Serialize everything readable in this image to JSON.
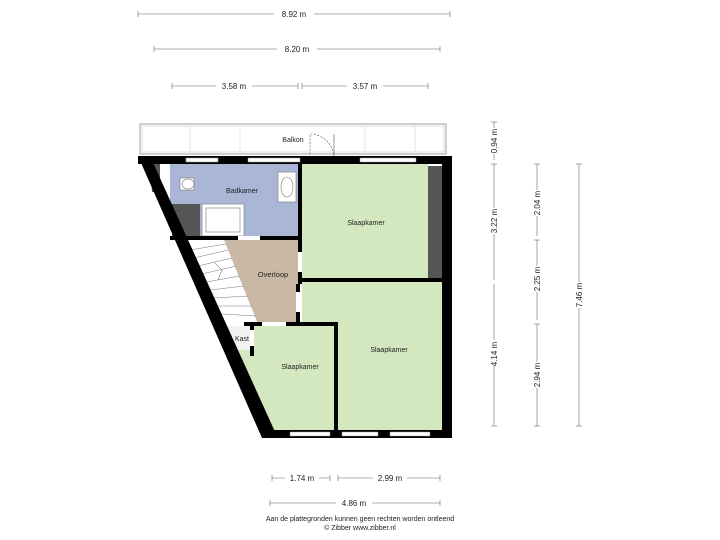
{
  "dimensions": {
    "total_width": "8.92 m",
    "inner_width": "8.20 m",
    "left_upper": "3.58 m",
    "right_upper": "3.57 m",
    "balcony_depth": "0.94 m",
    "upper_depth": "3.22 m",
    "lower_depth": "4.14 m",
    "seg_a": "2.04 m",
    "seg_b": "2.25 m",
    "seg_c": "2.94 m",
    "total_depth": "7.46 m",
    "bottom_left": "1.74 m",
    "bottom_right": "2.99 m",
    "bottom_total": "4.86 m"
  },
  "rooms": {
    "balcony": "Balkon",
    "bathroom": "Badkamer",
    "bedroom_top_right": "Slaapkamer",
    "landing": "Overloop",
    "bedroom_bottom_right": "Slaapkamer",
    "closet": "Kast",
    "bedroom_bottom_left": "Slaapkamer"
  },
  "colors": {
    "bedroom_fill": "#d4e8bf",
    "bathroom_fill": "#a9b6d6",
    "landing_fill": "#c9b8a4",
    "wall": "#000000",
    "balcony_fill": "#ffffff"
  },
  "footer": {
    "disclaimer": "Aan de plattegronden kunnen geen rechten worden ontleend",
    "copyright": "© Zibber www.zibber.nl"
  }
}
